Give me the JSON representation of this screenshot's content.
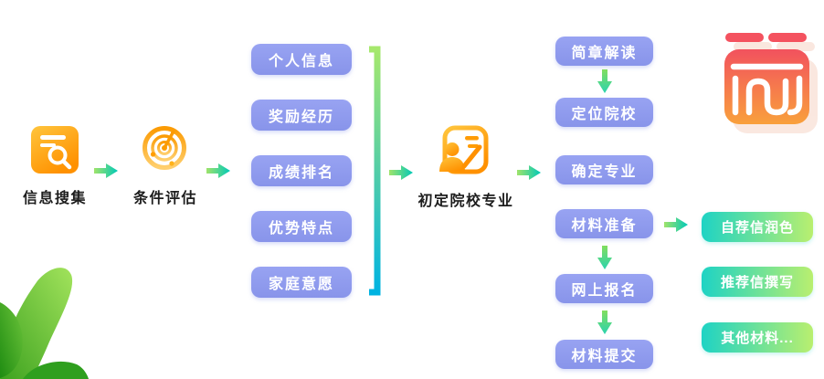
{
  "diagram": {
    "type": "flowchart",
    "stages": [
      {
        "id": "info-collection",
        "label": "信息搜集",
        "icon": "document-search-icon"
      },
      {
        "id": "condition-evaluation",
        "label": "条件评估",
        "icon": "radar-icon"
      },
      {
        "id": "initial-school-major",
        "label": "初定院校专业",
        "icon": "document-person-icon"
      }
    ],
    "factors": {
      "items": [
        "个人信息",
        "奖励经历",
        "成绩排名",
        "优势特点",
        "家庭意愿"
      ]
    },
    "steps": {
      "items": [
        "简章解读",
        "定位院校",
        "确定专业",
        "材料准备",
        "网上报名",
        "材料提交"
      ]
    },
    "materials": {
      "items": [
        "自荐信润色",
        "推荐信撰写",
        "其他材料..."
      ]
    },
    "connections": [
      {
        "from": "信息搜集",
        "to": "条件评估"
      },
      {
        "from": "条件评估",
        "to": "factors-group"
      },
      {
        "from": "factors-group",
        "to": "初定院校专业"
      },
      {
        "from": "初定院校专业",
        "to": "简章解读"
      },
      {
        "from": "简章解读",
        "to": "定位院校"
      },
      {
        "from": "材料准备",
        "to": "网上报名"
      },
      {
        "from": "网上报名",
        "to": "材料提交"
      },
      {
        "from": "材料准备",
        "to": "自荐信润色"
      }
    ],
    "decorations": {
      "logo_icon": "jian-brand-logo-icon",
      "plant_icon": "green-leaves-decoration"
    },
    "colors": {
      "pill_blue_top": "#98a3f2",
      "pill_blue_bottom": "#8894ea",
      "pill_green_left": "#1ed3c4",
      "pill_green_right": "#b9ef6f",
      "arrow_green": "#9fe36b",
      "arrow_teal": "#00c9b7",
      "bracket_top": "#a6e86d",
      "bracket_bottom": "#00b3e1",
      "icon_orange": "#ff9100",
      "icon_orange_light": "#ffc53d",
      "logo_red": "#f4525f",
      "logo_orange": "#f9a03c",
      "label_text": "#1d1d1d",
      "pill_text": "#ffffff"
    }
  }
}
